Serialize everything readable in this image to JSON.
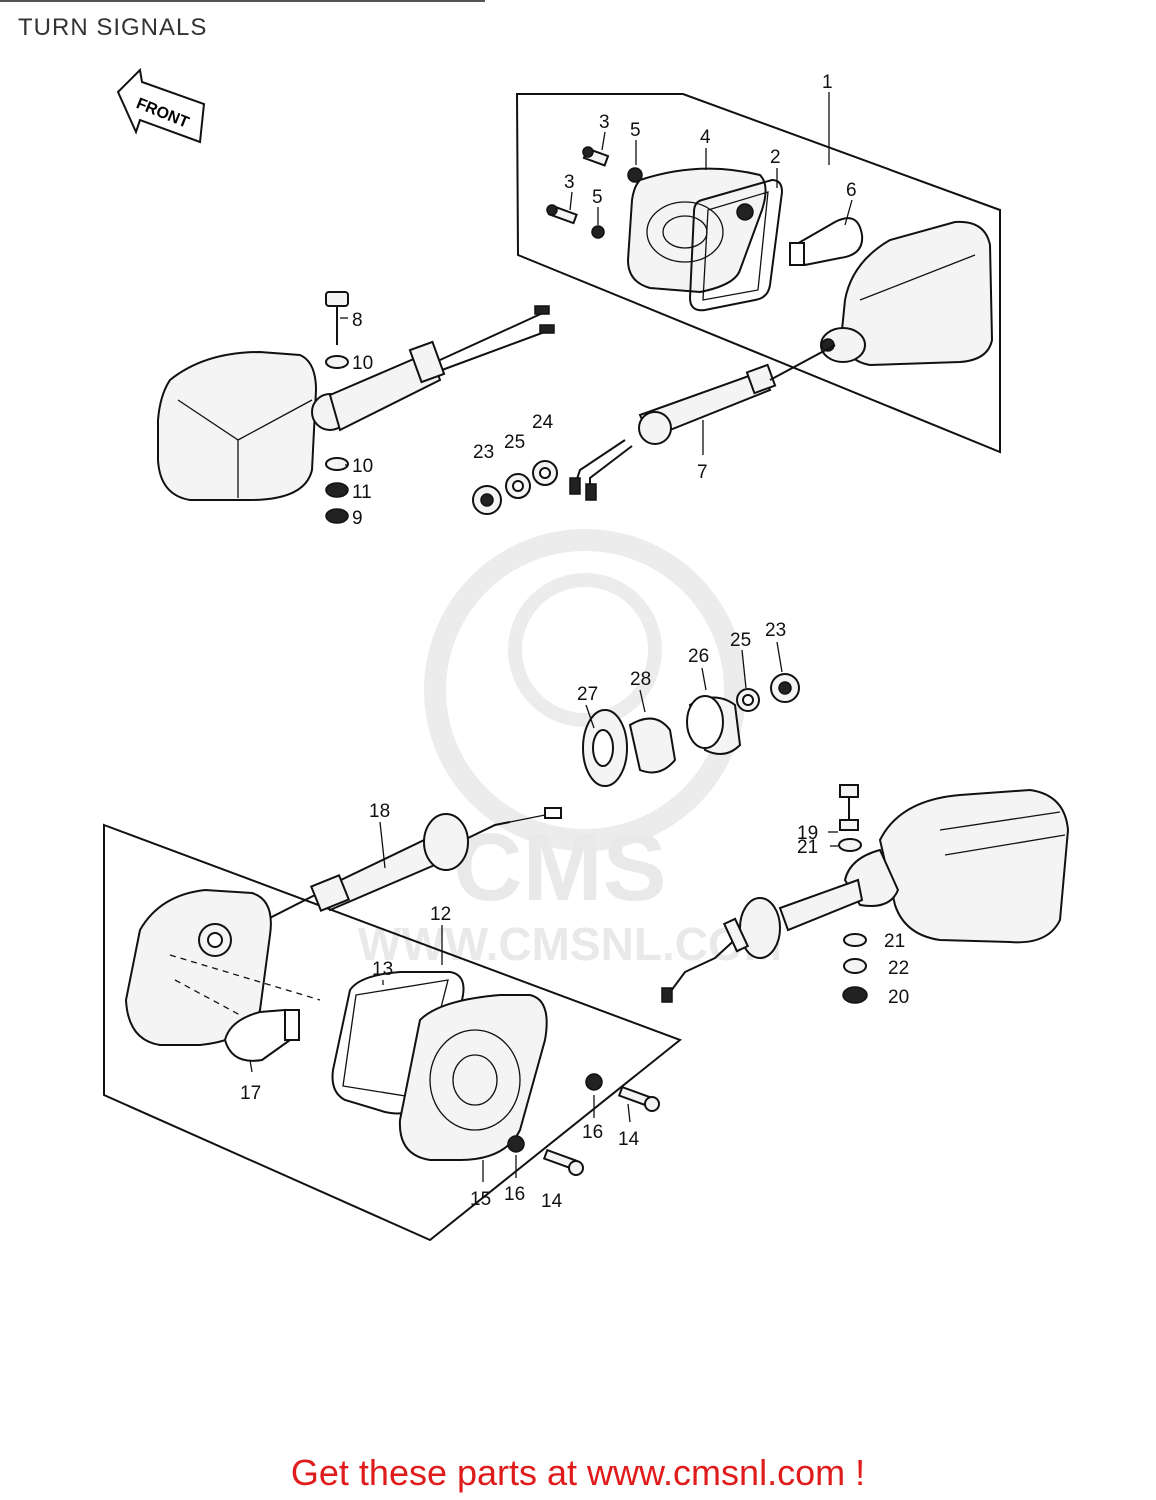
{
  "title": "TURN SIGNALS",
  "direction_tag": "FRONT",
  "watermark": {
    "logo_text": "CMS",
    "url_text": "WWW.CMSNL.COM"
  },
  "call_to_action": "Get these parts at www.cmsnl.com !",
  "callouts": {
    "c1": "1",
    "c2": "2",
    "c3a": "3",
    "c3b": "3",
    "c4": "4",
    "c5a": "5",
    "c5b": "5",
    "c6": "6",
    "c7": "7",
    "c8": "8",
    "c9": "9",
    "c10a": "10",
    "c10b": "10",
    "c11": "11",
    "c12": "12",
    "c13": "13",
    "c14a": "14",
    "c14b": "14",
    "c15": "15",
    "c16a": "16",
    "c16b": "16",
    "c17": "17",
    "c18": "18",
    "c19": "19",
    "c20": "20",
    "c21a": "21",
    "c21b": "21",
    "c22": "22",
    "c23a": "23",
    "c23b": "23",
    "c24": "24",
    "c25a": "25",
    "c25b": "25",
    "c26": "26",
    "c27": "27",
    "c28": "28"
  },
  "colors": {
    "cta": "#e01b1b",
    "line_art": "#111111",
    "watermark": "#e9e9e9"
  }
}
